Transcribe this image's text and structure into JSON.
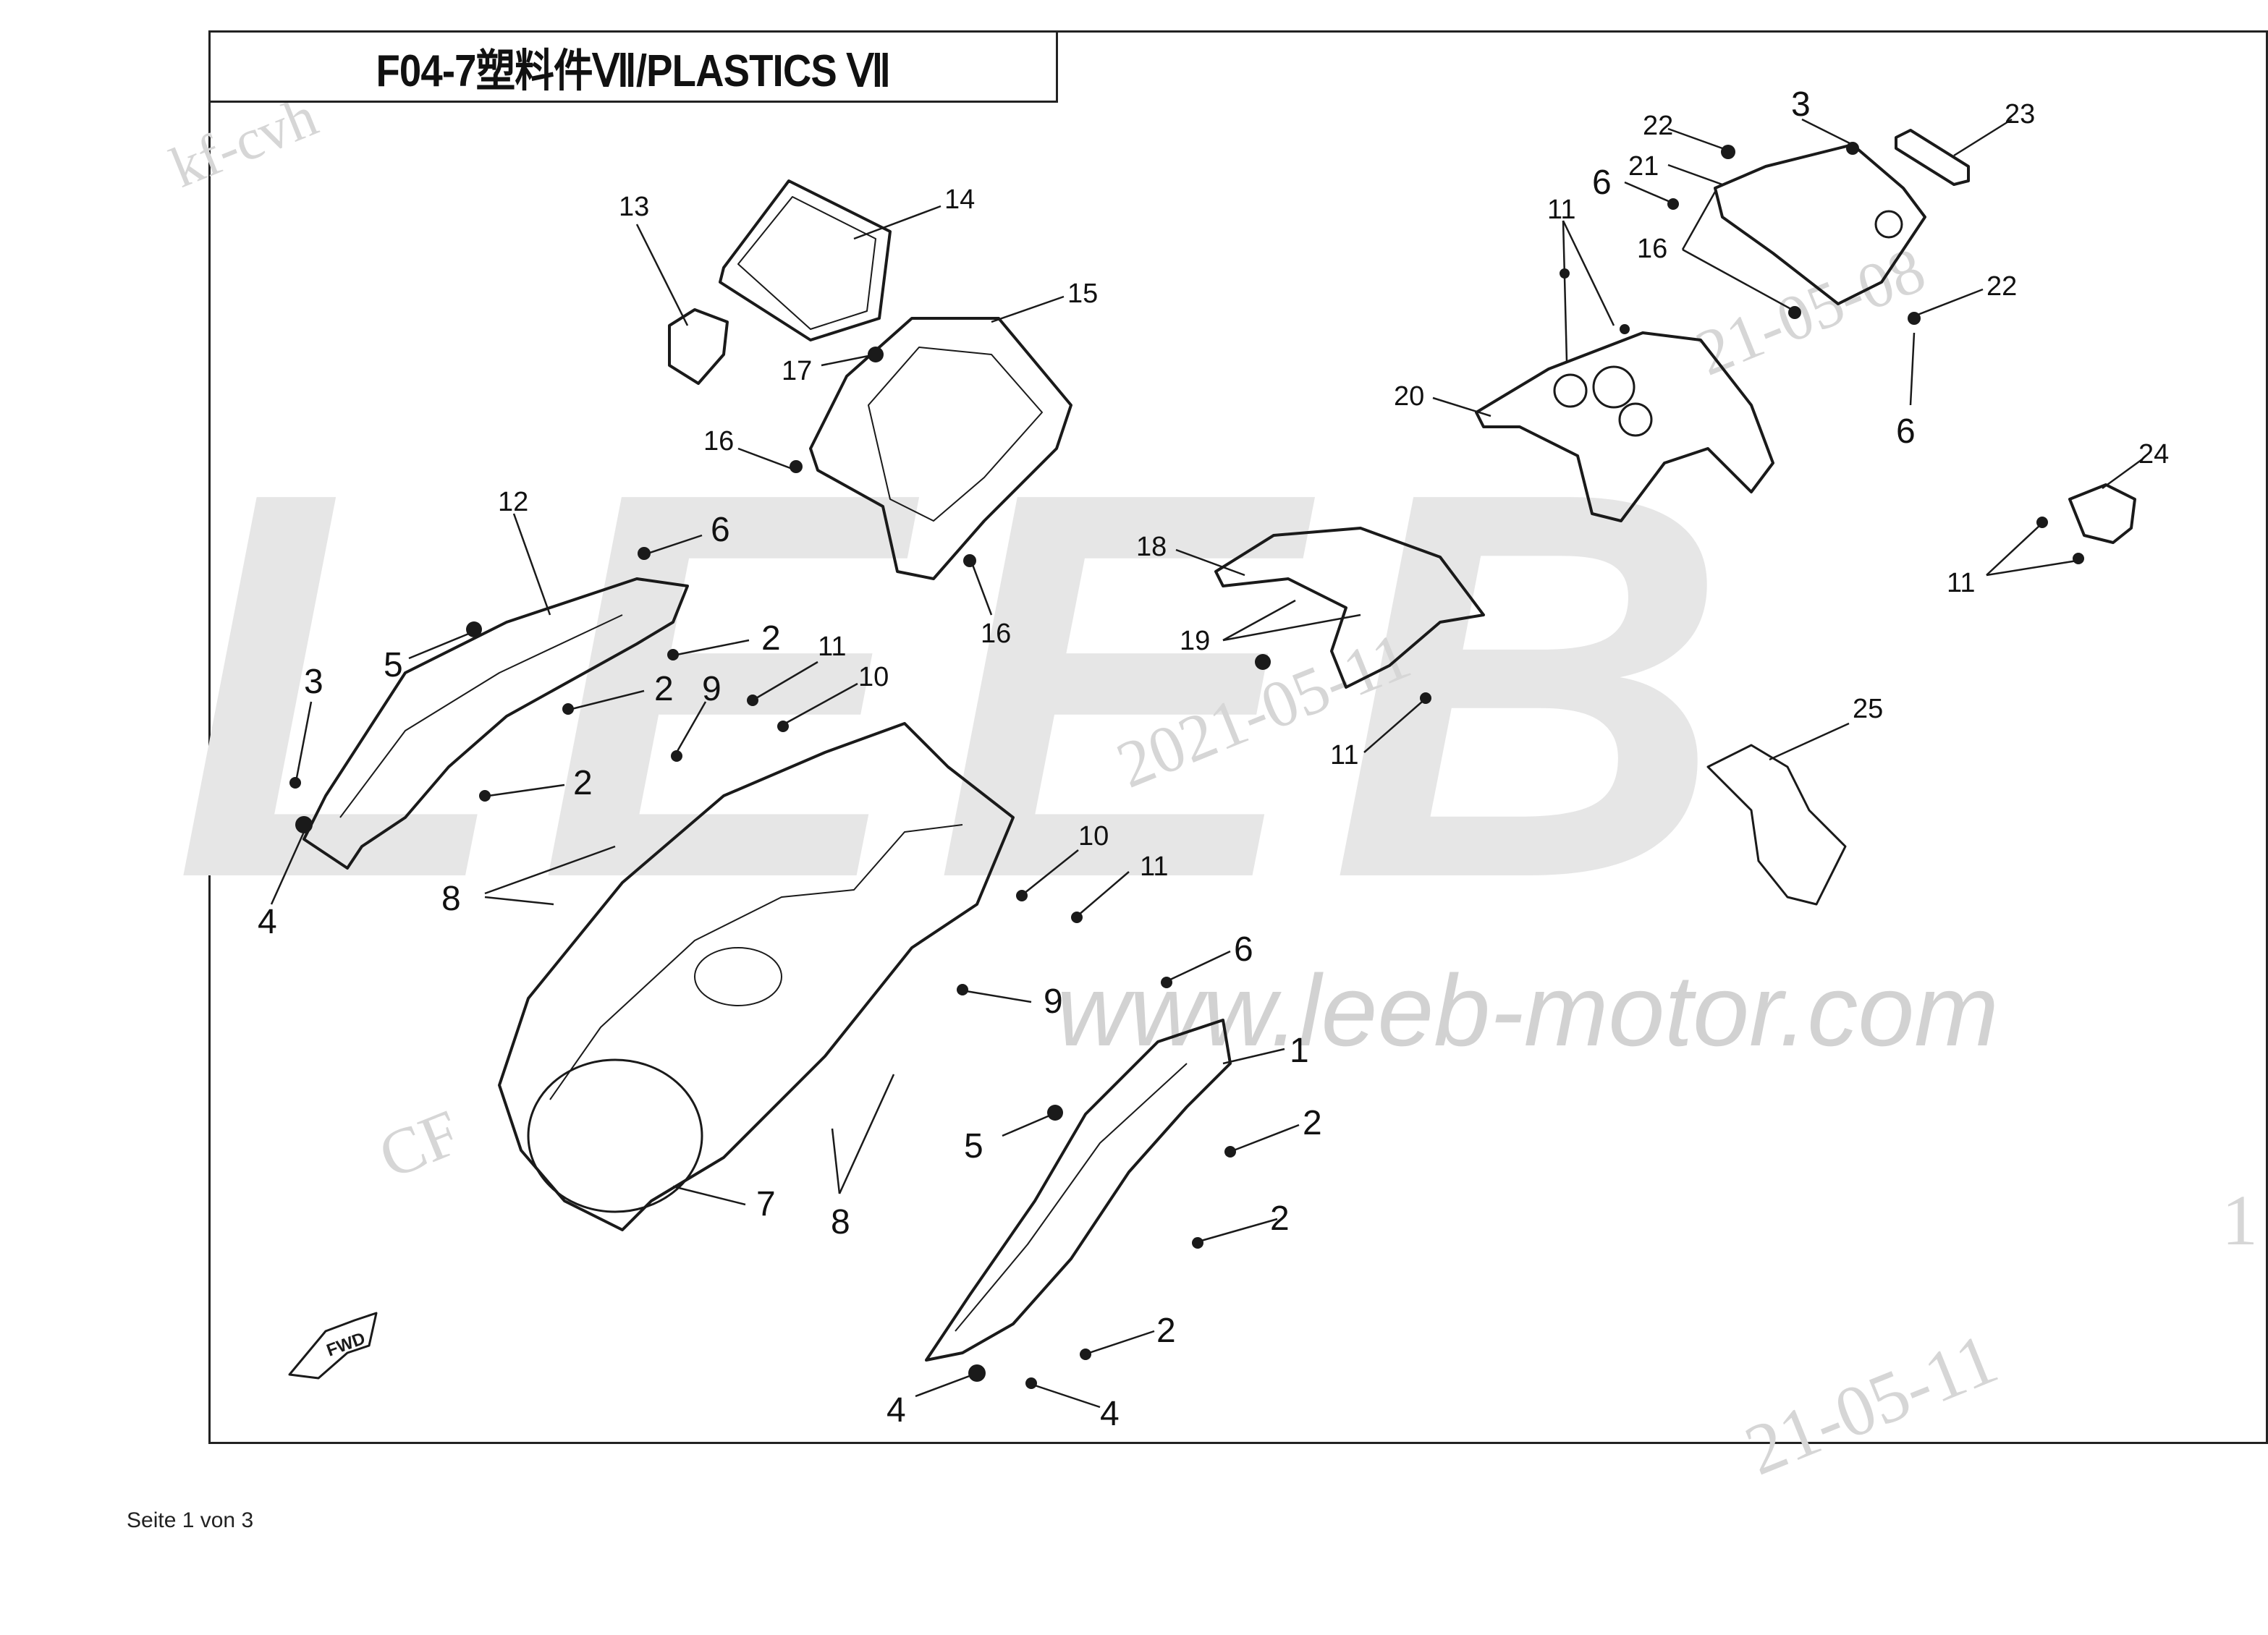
{
  "title": "F04-7塑料件Ⅶ/PLASTICS Ⅶ",
  "footer": "Seite 1 von 3",
  "watermarks": {
    "brand": "LEEB",
    "url": "www.leeb-motor.com",
    "stamp_top_left": "kf-cvh",
    "stamp_date_center": "2021-05-11",
    "stamp_model": "CF",
    "stamp_date_bottom": "21-05-11",
    "stamp_top_right": "21-05-08",
    "stamp_edge": "1"
  },
  "fwd_label": "FWD",
  "callouts": [
    "1",
    "2",
    "3",
    "4",
    "5",
    "6",
    "7",
    "8",
    "9",
    "10",
    "11",
    "12",
    "13",
    "14",
    "15",
    "16",
    "17",
    "18",
    "19",
    "20",
    "21",
    "22",
    "23",
    "24",
    "25"
  ],
  "colors": {
    "line": "#1a1a1a",
    "watermark": "#d9d9d9",
    "frame": "#222222"
  }
}
